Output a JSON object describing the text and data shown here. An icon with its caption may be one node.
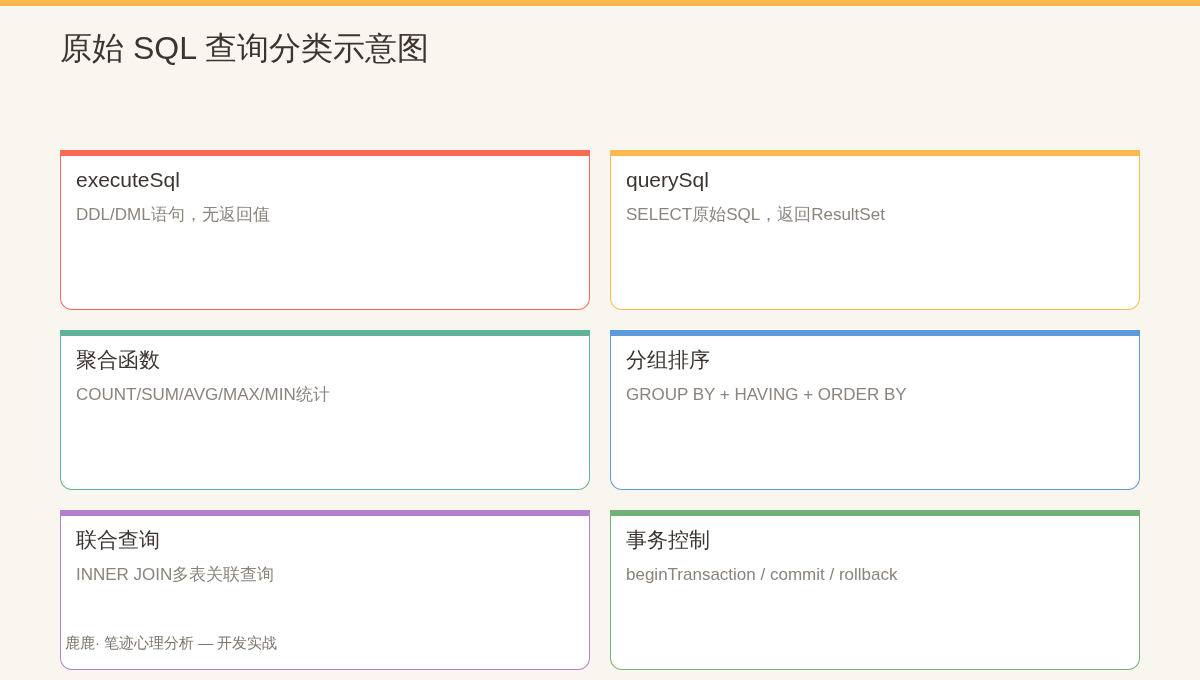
{
  "diagram": {
    "title": "原始 SQL 查询分类示意图",
    "nodes": [
      {
        "text": [
          "executeSql",
          "DDL/DML语句，无返回值"
        ]
      },
      {
        "text": [
          "querySql",
          "SELECT原始SQL，返回ResultSet"
        ]
      },
      {
        "text": [
          "聚合函数",
          "COUNT/SUM/AVG/MAX/MIN统计"
        ]
      },
      {
        "text": [
          "分组排序",
          "GROUP BY + HAVING + ORDER BY"
        ]
      },
      {
        "text": [
          "联合查询",
          "INNER JOIN多表关联查询"
        ]
      },
      {
        "text": [
          "事务控制",
          "beginTransaction / commit / rollback"
        ]
      }
    ],
    "labels": [
      "鹿鹿· 笔迹心理分析 — 开发实战"
    ]
  }
}
